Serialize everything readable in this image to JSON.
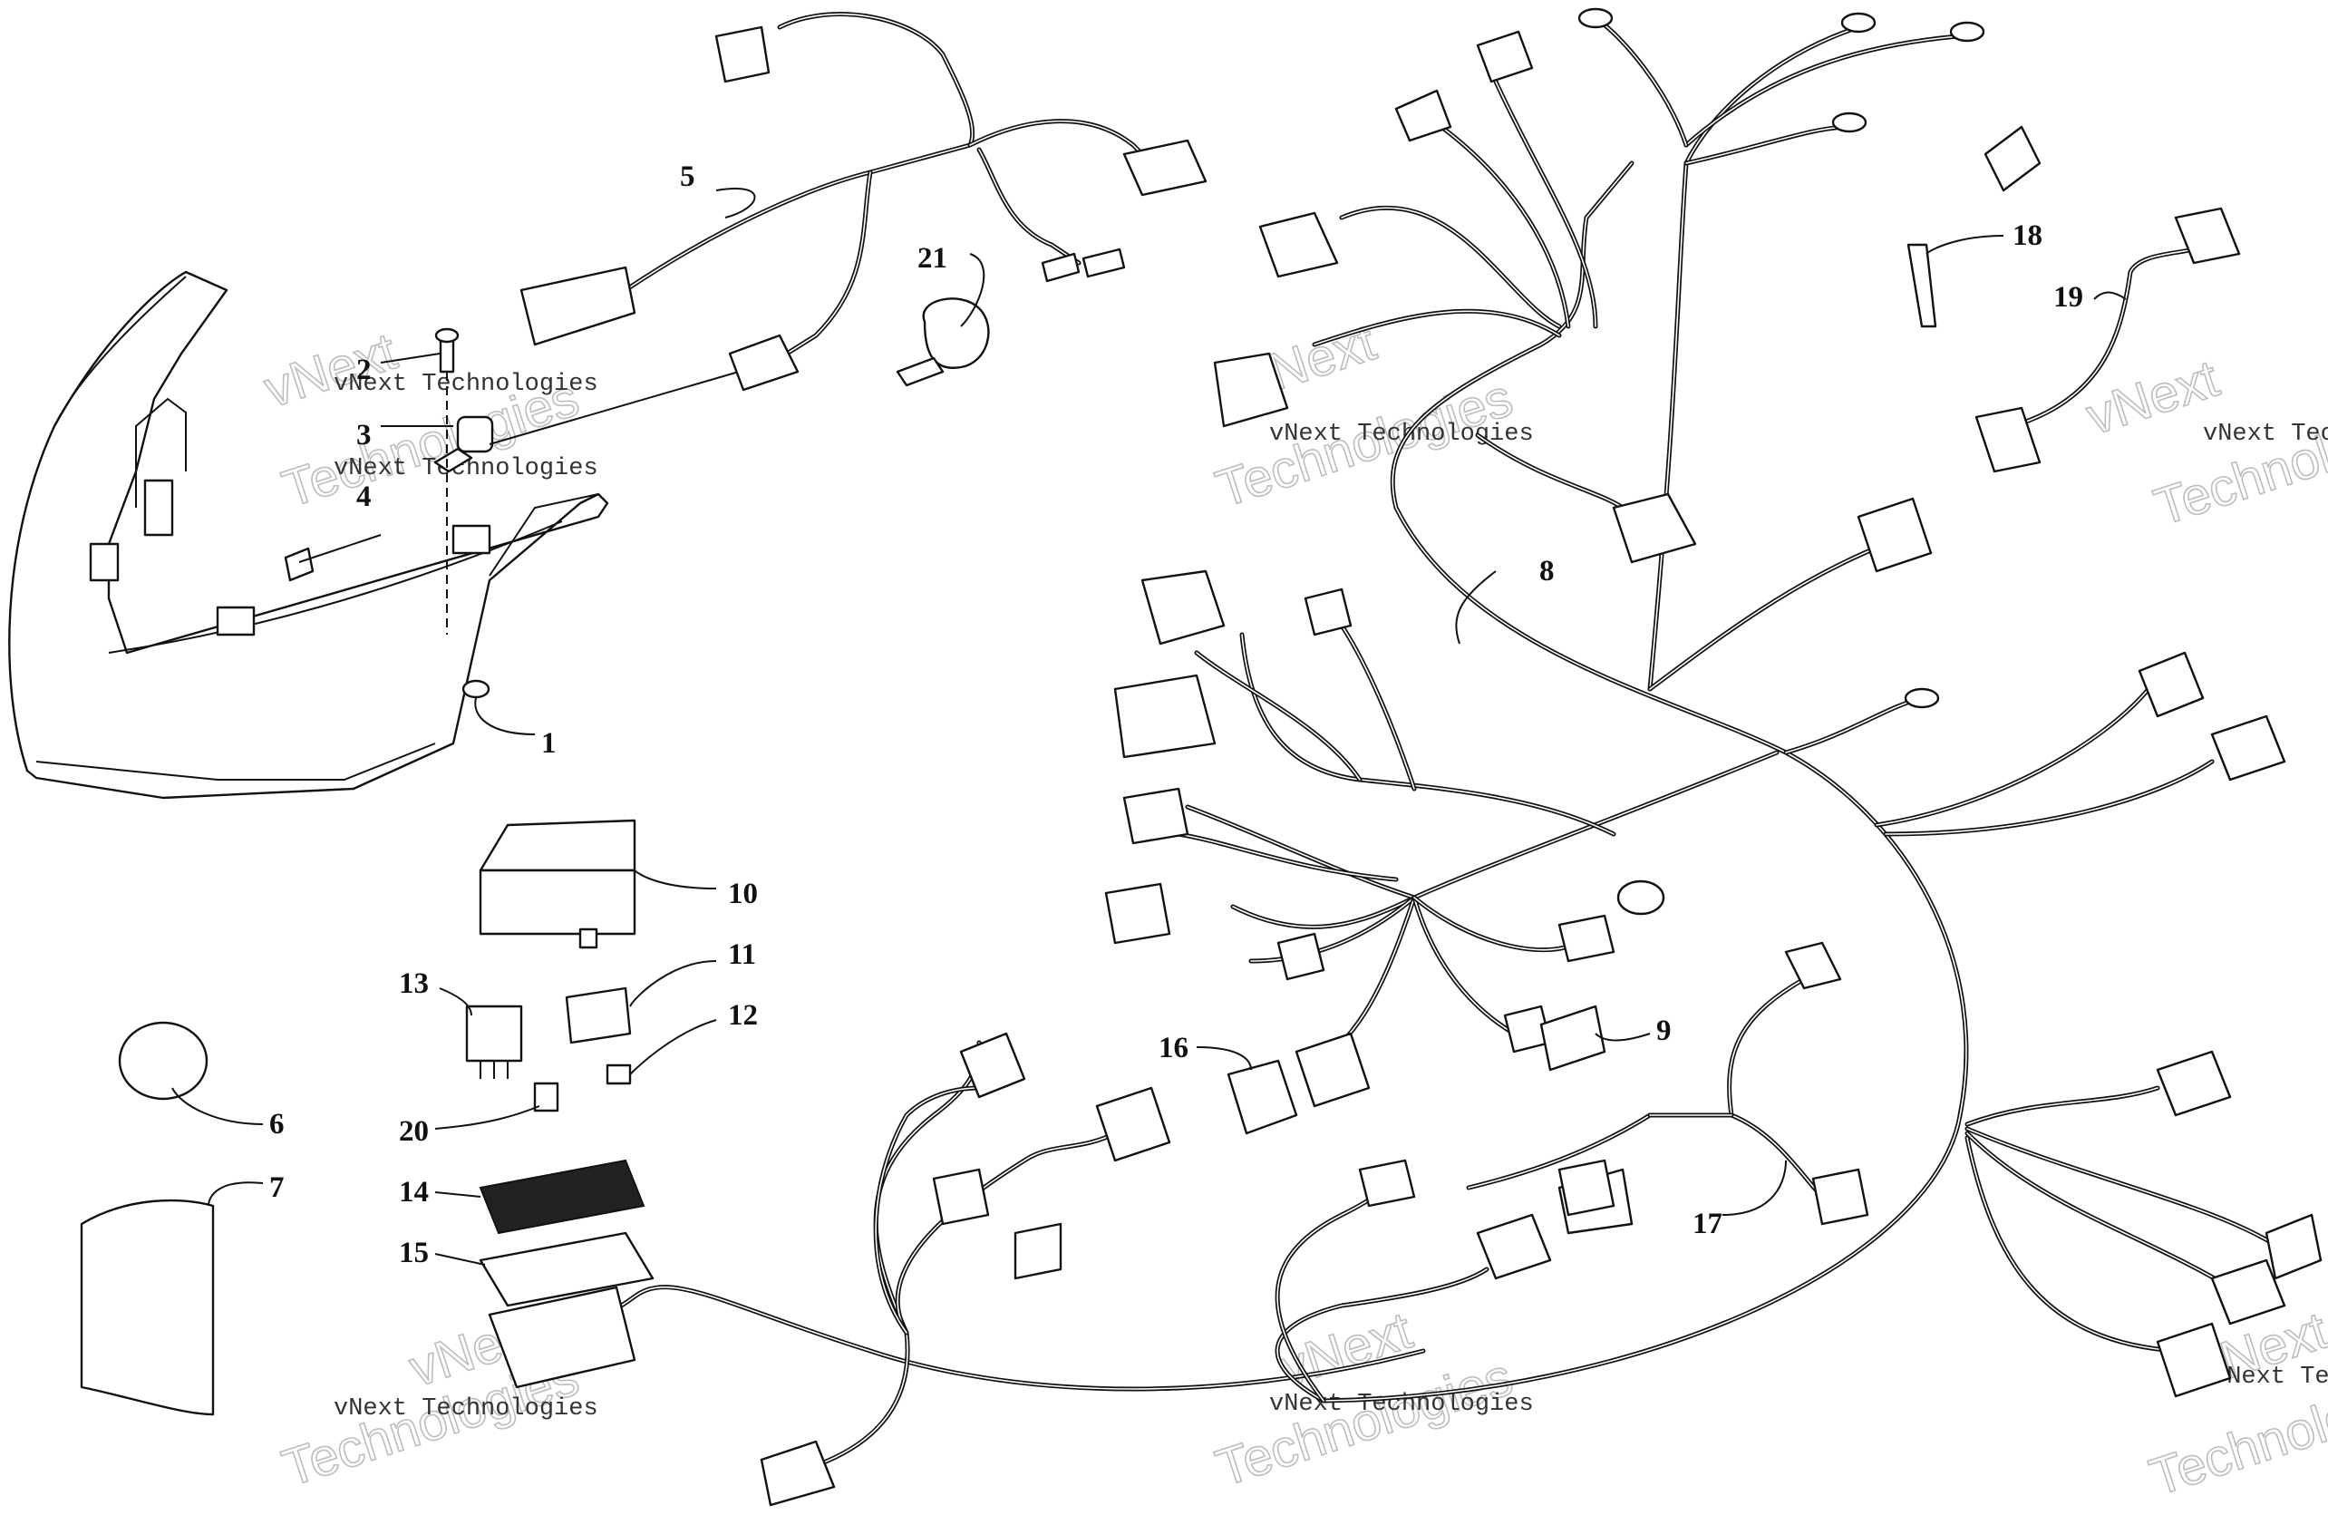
{
  "watermark": {
    "brand": "vNext Technologies",
    "word1": "vNext",
    "word2": "Technologies"
  },
  "callouts": {
    "c1": "1",
    "c2": "2",
    "c3": "3",
    "c4": "4",
    "c5": "5",
    "c6": "6",
    "c7": "7",
    "c8": "8",
    "c9": "9",
    "c10": "10",
    "c11": "11",
    "c12": "12",
    "c13": "13",
    "c14": "14",
    "c15": "15",
    "c16": "16",
    "c17": "17",
    "c18": "18",
    "c19": "19",
    "c20": "20",
    "c21": "21"
  }
}
